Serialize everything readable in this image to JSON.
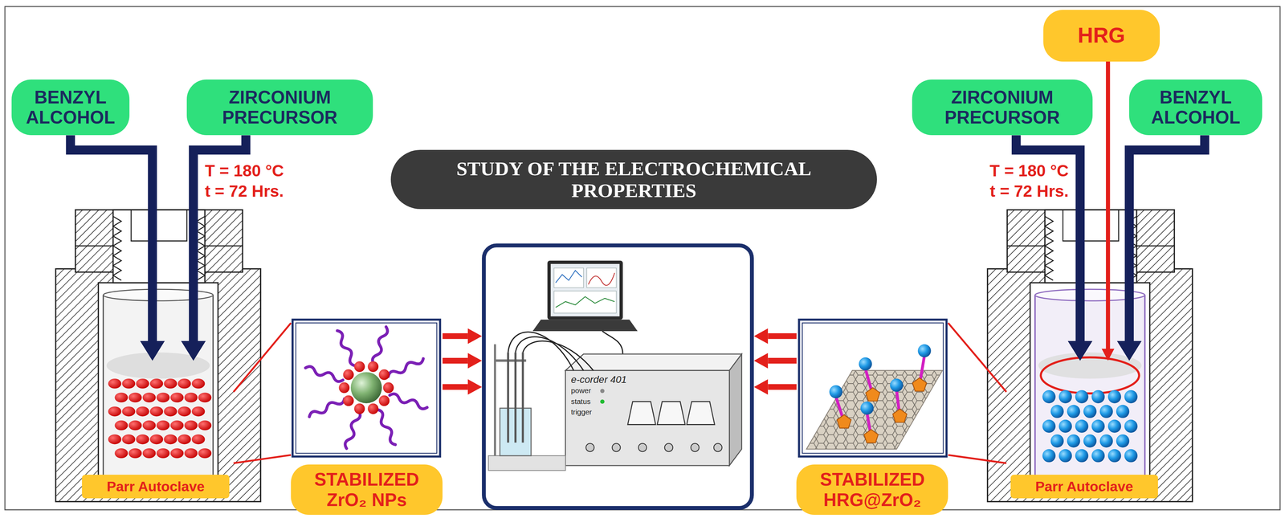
{
  "diagram": {
    "nodes": [
      {
        "text": [
          "BENZYL ALCOHOL"
        ]
      },
      {
        "text": [
          "ZIRCONIUM PRECURSOR"
        ]
      },
      {
        "text": [
          "Parr Autoclave"
        ]
      },
      {
        "text": [
          "STABILIZED ZrO₂ NPs"
        ]
      },
      {
        "text": [
          "STUDY OF THE ELECTROCHEMICAL PROPERTIES"
        ]
      },
      {
        "text": [
          "e-corder 401",
          "power",
          "status",
          "trigger"
        ]
      },
      {
        "text": [
          "STABILIZED HRG@ZrO₂"
        ]
      },
      {
        "text": [
          "HRG"
        ]
      },
      {
        "text": [
          "ZIRCONIUM PRECURSOR"
        ]
      },
      {
        "text": [
          "BENZYL ALCOHOL"
        ]
      },
      {
        "text": [
          "Parr Autoclave"
        ]
      }
    ],
    "edges": [
      {
        "from": 0,
        "to": 2,
        "arrow": "to"
      },
      {
        "from": 1,
        "to": 2,
        "arrow": "to"
      },
      {
        "from": 2,
        "to": 3,
        "arrow": "none"
      },
      {
        "from": 2,
        "to": 3,
        "arrow": "none"
      },
      {
        "from": 3,
        "to": 5,
        "arrow": "to"
      },
      {
        "from": 3,
        "to": 5,
        "arrow": "to"
      },
      {
        "from": 3,
        "to": 5,
        "arrow": "to"
      },
      {
        "from": 6,
        "to": 5,
        "arrow": "to"
      },
      {
        "from": 6,
        "to": 5,
        "arrow": "to"
      },
      {
        "from": 6,
        "to": 5,
        "arrow": "to"
      },
      {
        "from": 7,
        "to": 10,
        "arrow": "to"
      },
      {
        "from": 8,
        "to": 10,
        "arrow": "to"
      },
      {
        "from": 9,
        "to": 10,
        "arrow": "to"
      },
      {
        "from": 10,
        "to": 6,
        "arrow": "none"
      },
      {
        "from": 10,
        "to": 6,
        "arrow": "none"
      }
    ],
    "labels": [
      "T = 180 °C",
      "t = 72 Hrs.",
      "T = 180 °C",
      "t = 72 Hrs."
    ]
  }
}
